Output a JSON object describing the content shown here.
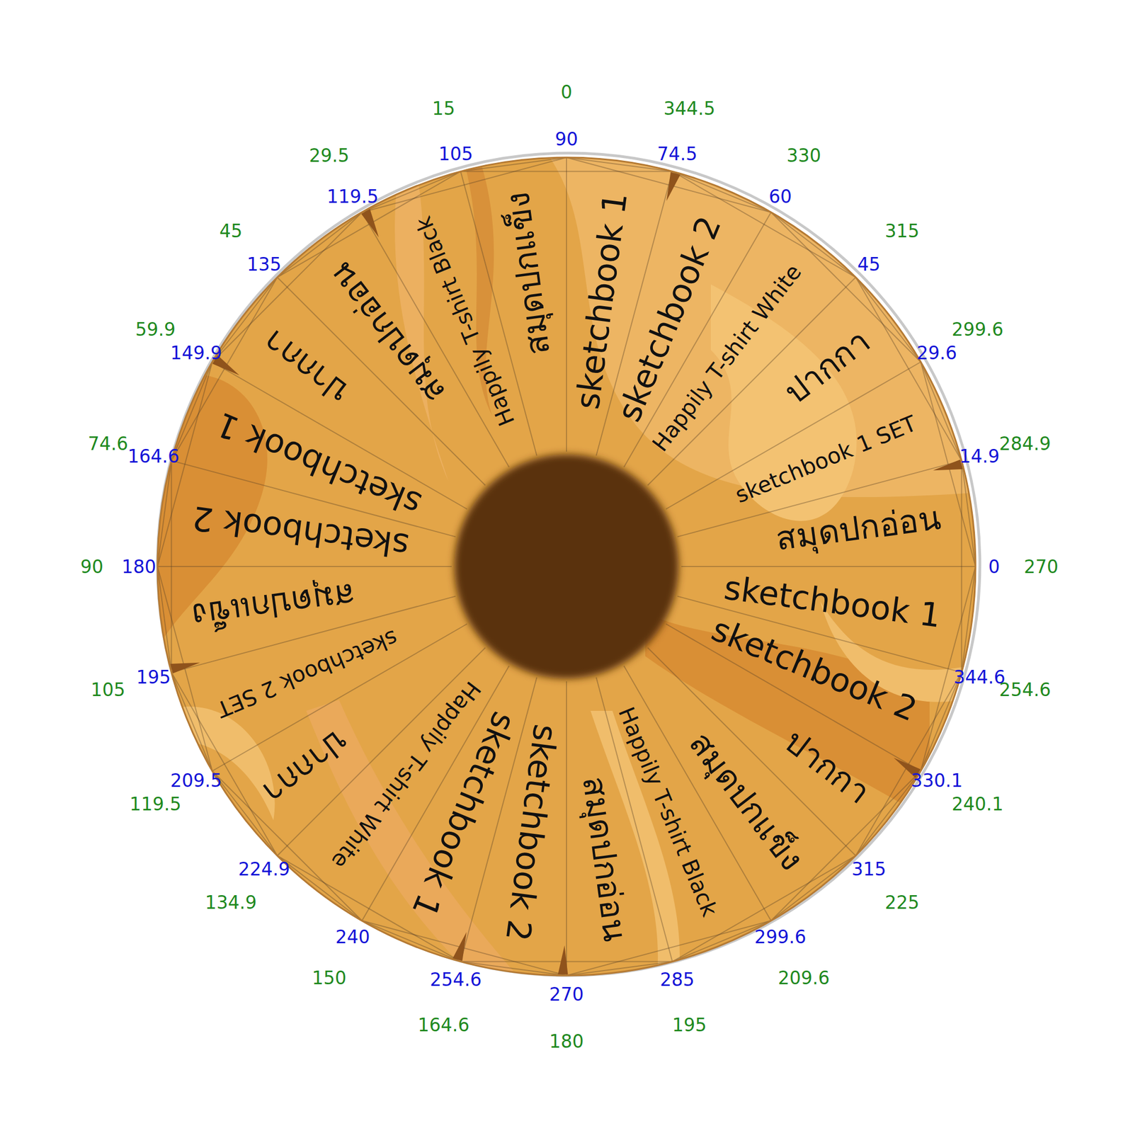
{
  "diagram": {
    "nodes": [
      {
        "text": [
          "สมุดปกอ่อน"
        ]
      },
      {
        "text": [
          "sketchbook 1 SET"
        ]
      },
      {
        "text": [
          "ปากกา"
        ]
      },
      {
        "text": [
          "Happily T-shirt White"
        ]
      },
      {
        "text": [
          "sketchbook 2"
        ]
      },
      {
        "text": [
          "sketchbook 1"
        ]
      },
      {
        "text": [
          "สมุดปกแข็ง"
        ]
      },
      {
        "text": [
          "Happily T-shirt Black"
        ]
      },
      {
        "text": [
          "สมุดปกอ่อน"
        ]
      },
      {
        "text": [
          "ปากกา"
        ]
      },
      {
        "text": [
          "sketchbook 1"
        ]
      },
      {
        "text": [
          "sketchbook 2"
        ]
      },
      {
        "text": [
          "สมุดปกแข็ง"
        ]
      },
      {
        "text": [
          "sketchbook 2 SET"
        ]
      },
      {
        "text": [
          "ปากกา"
        ]
      },
      {
        "text": [
          "Happily T-shirt White"
        ]
      },
      {
        "text": [
          "sketchbook 1"
        ]
      },
      {
        "text": [
          "sketchbook 2"
        ]
      },
      {
        "text": [
          "สมุดปกอ่อน"
        ]
      },
      {
        "text": [
          "Happily T-shirt Black"
        ]
      },
      {
        "text": [
          "สมุดปกแข็ง"
        ]
      },
      {
        "text": [
          "ปากกา"
        ]
      },
      {
        "text": [
          "sketchbook 2"
        ]
      },
      {
        "text": [
          "sketchbook 1"
        ]
      }
    ],
    "labels": [
      "0",
      "270",
      "14.9",
      "284.9",
      "29.6",
      "299.6",
      "45",
      "315",
      "60",
      "330",
      "74.5",
      "344.5",
      "90",
      "0",
      "105",
      "15",
      "119.5",
      "29.5",
      "135",
      "45",
      "149.9",
      "59.9",
      "164.6",
      "74.6",
      "180",
      "90",
      "195",
      "105",
      "209.5",
      "119.5",
      "224.9",
      "134.9",
      "240",
      "150",
      "254.6",
      "164.6",
      "270",
      "180",
      "285",
      "195",
      "299.6",
      "209.6",
      "315",
      "225",
      "330.1",
      "240.1",
      "344.6",
      "254.6"
    ]
  }
}
